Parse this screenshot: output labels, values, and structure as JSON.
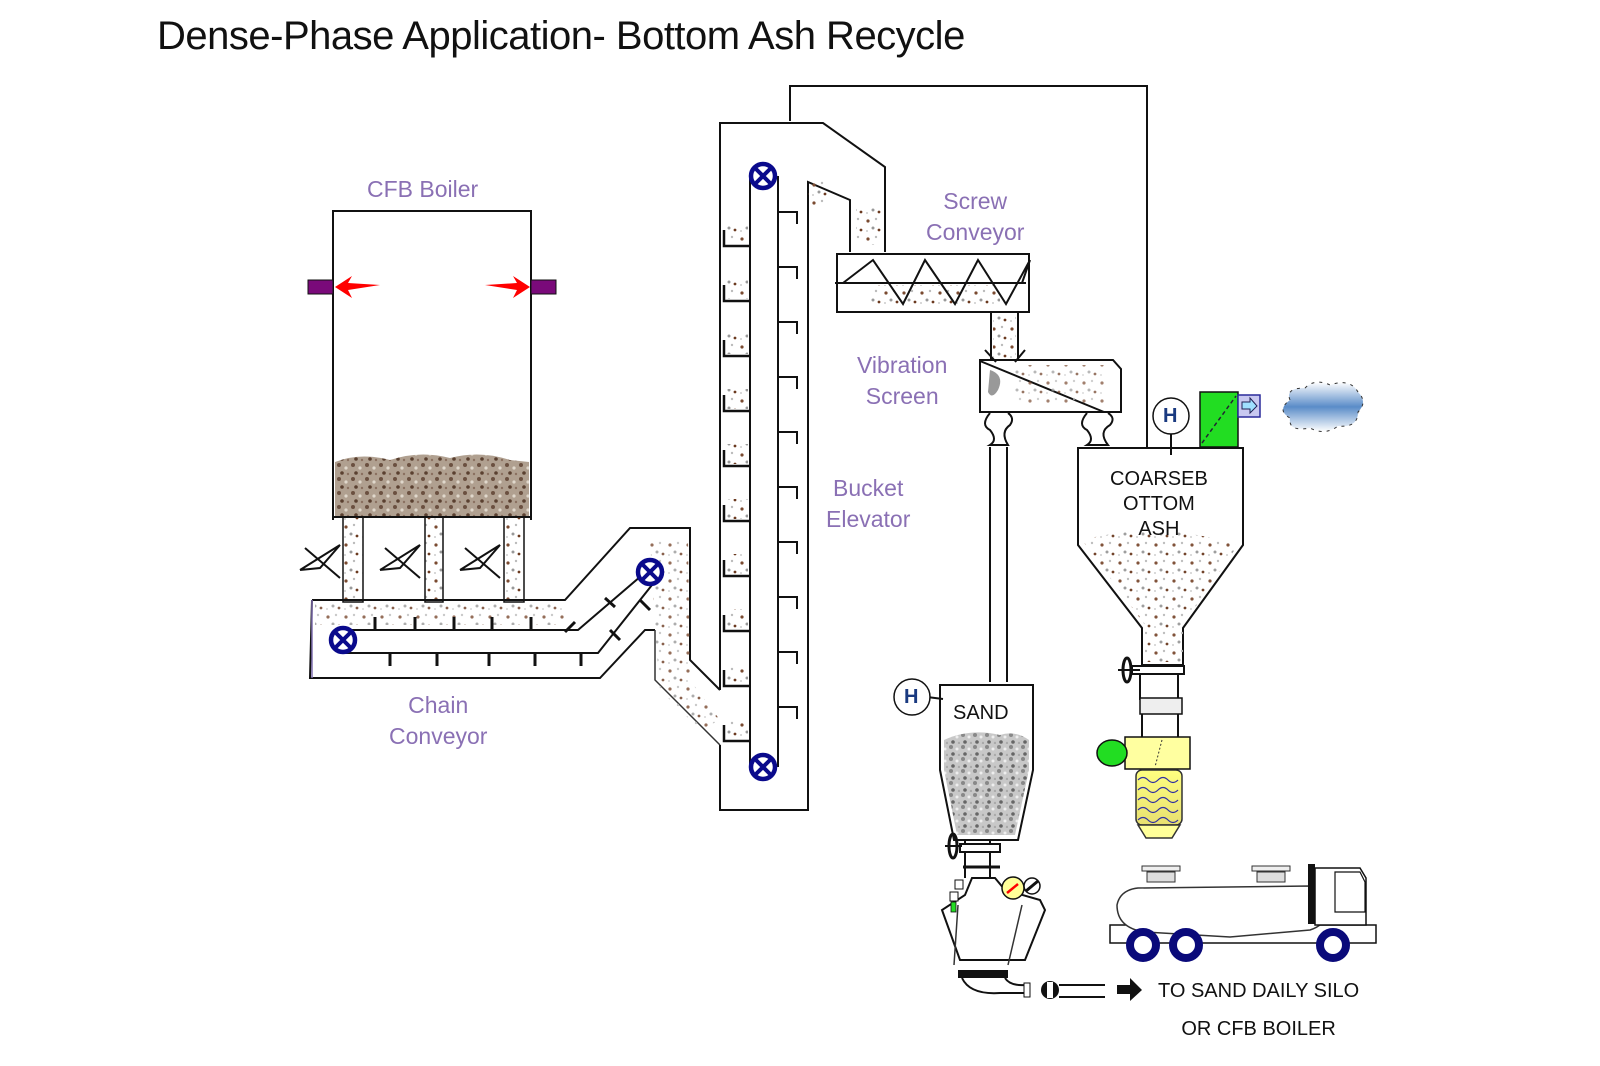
{
  "title": "Dense-Phase Application- Bottom Ash Recycle",
  "labels": {
    "cfb_boiler": "CFB Boiler",
    "screw_conveyor": [
      "Screw",
      "Conveyor"
    ],
    "vibration_screen": [
      "Vibration",
      "Screen"
    ],
    "bucket_elevator": [
      "Bucket",
      "Elevator"
    ],
    "chain_conveyor": [
      "Chain",
      "Conveyor"
    ],
    "coarse_bottom_ash": [
      "COARSEB",
      "OTTOM",
      "ASH"
    ],
    "sand": "SAND",
    "destination": [
      "TO SAND DAILY SILO",
      "OR CFB BOILER"
    ]
  },
  "level_indicators": [
    {
      "id": "ash-silo-level",
      "symbol": "H"
    },
    {
      "id": "sand-hopper-level",
      "symbol": "H"
    }
  ],
  "colors": {
    "label_purple": "#8a70b4",
    "sprocket_blue": "#0a0a8c",
    "burner_purple": "#7a0a7a",
    "flame_red": "#ff0000",
    "filter_green": "#22dd22",
    "chute_yellow": "#ffff99",
    "cloud_blue": "#6a9ad0"
  }
}
